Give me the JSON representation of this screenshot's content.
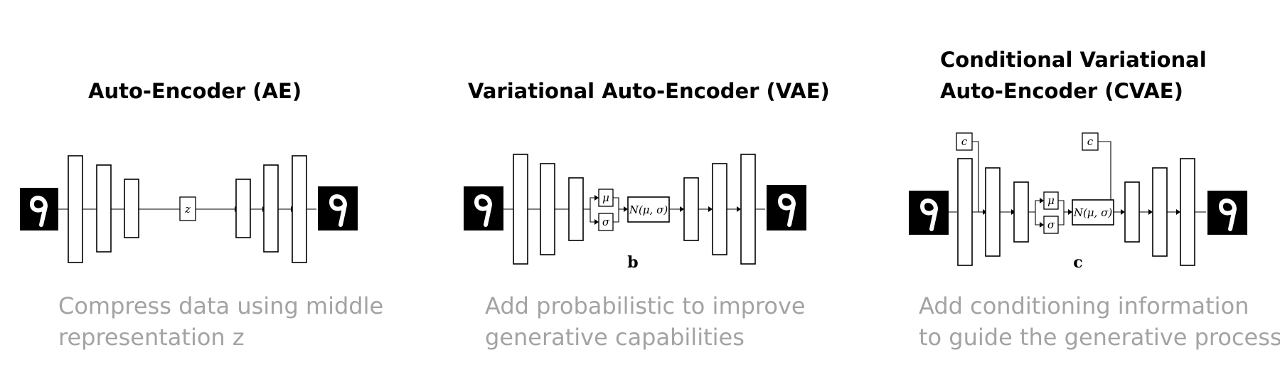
{
  "panels": [
    {
      "title": "Auto-Encoder (AE)",
      "caption": "Compress data using middle\nrepresentation z",
      "latent_label": "z"
    },
    {
      "title": "Variational Auto-Encoder (VAE)",
      "caption": "Add probabilistic to improve\ngenerative capabilities",
      "mu_label": "μ",
      "sigma_label": "σ",
      "normal_label": "N(μ, σ)",
      "sublabel": "b"
    },
    {
      "title": "Conditional Variational\nAuto-Encoder (CVAE)",
      "caption": "Add conditioning information\nto guide the generative process",
      "mu_label": "μ",
      "sigma_label": "σ",
      "normal_label": "N(μ, σ)",
      "condition_label": "c",
      "sublabel": "c"
    }
  ],
  "colors": {
    "title": "#000000",
    "caption": "#a3a3a3",
    "digit_background": "#000000",
    "digit_stroke": "#ffffff"
  },
  "icons": {
    "input_image": "handwritten-digit-9",
    "output_image": "handwritten-digit-9"
  }
}
